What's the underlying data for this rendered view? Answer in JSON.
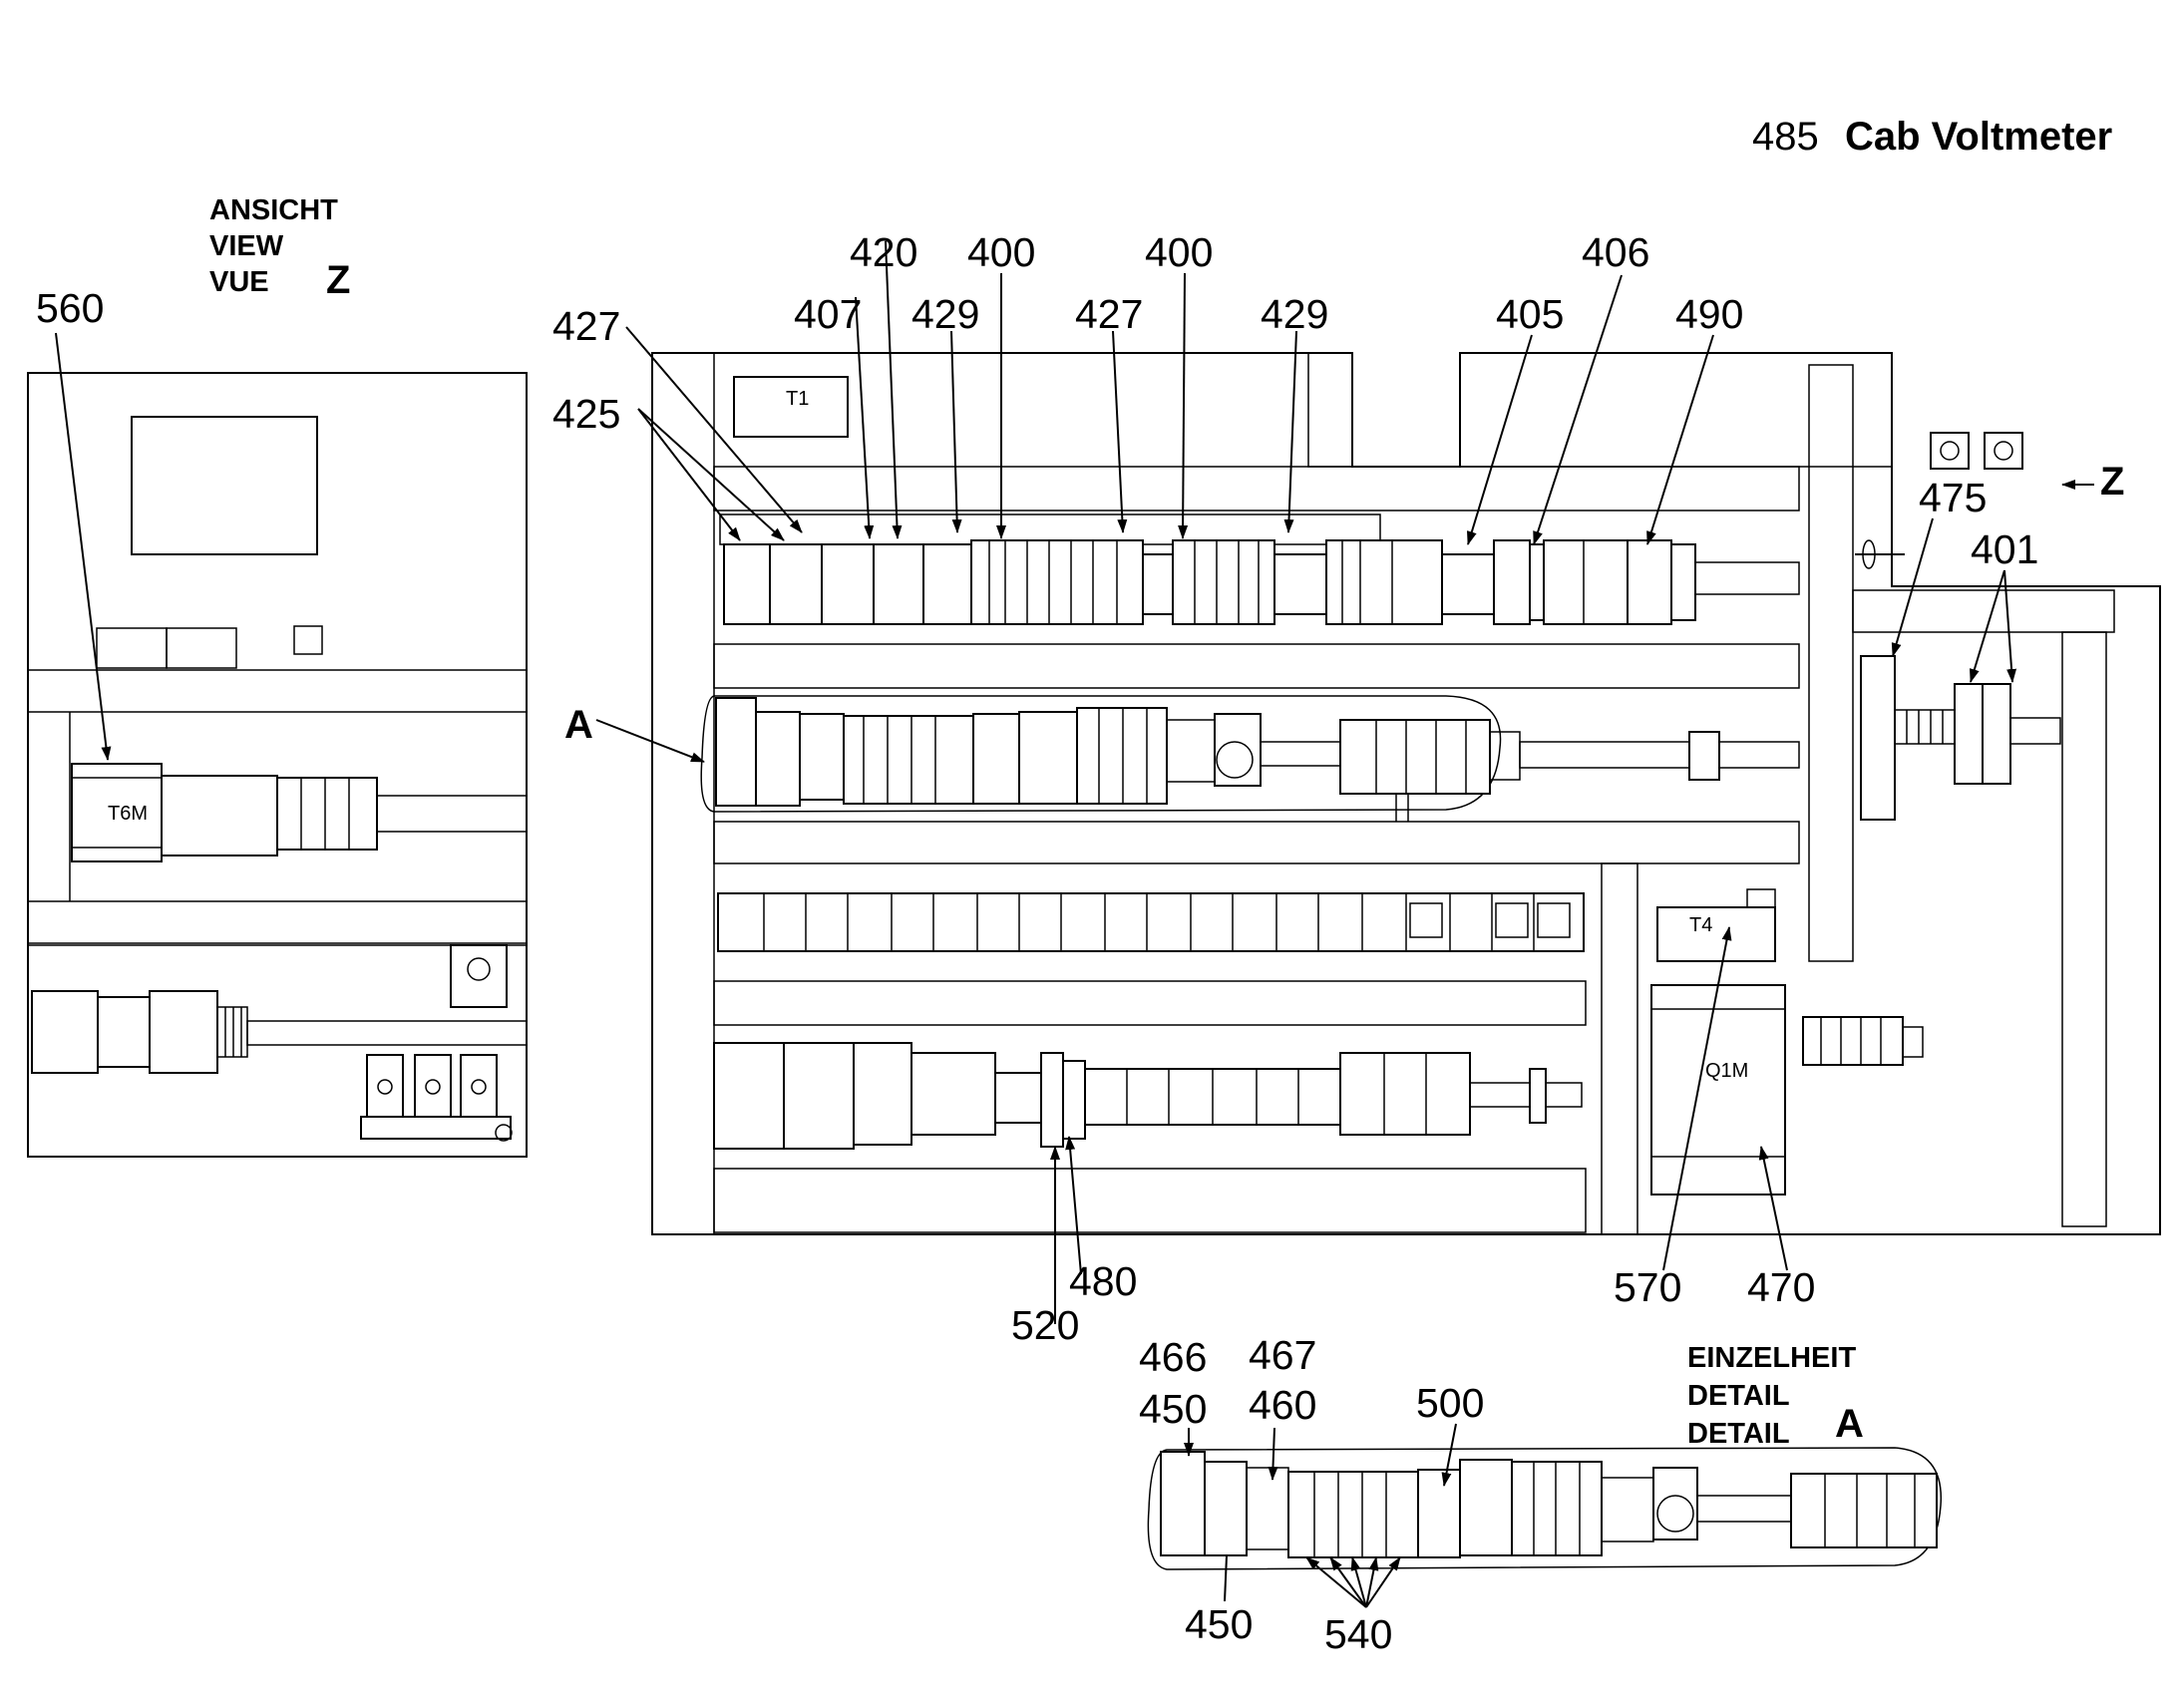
{
  "title": {
    "number": "485",
    "text": "Cab Voltmeter"
  },
  "view_z": {
    "lines": [
      "ANSICHT",
      "VIEW",
      "VUE"
    ],
    "letter": "Z"
  },
  "detail_a": {
    "lines": [
      "EINZELHEIT",
      "DETAIL",
      "DETAIL"
    ],
    "letter": "A"
  },
  "markers": {
    "detail": "A",
    "view": "Z"
  },
  "devices": {
    "t1": "T1",
    "t4": "T4",
    "t6m": "T6M",
    "q1m": "Q1M"
  },
  "callouts": {
    "c560": "560",
    "c427a": "427",
    "c425": "425",
    "c407": "407",
    "c420": "420",
    "c429a": "429",
    "c400a": "400",
    "c427b": "427",
    "c400b": "400",
    "c429b": "429",
    "c405": "405",
    "c406": "406",
    "c490": "490",
    "c475": "475",
    "c401": "401",
    "c520": "520",
    "c480": "480",
    "c570": "570",
    "c470": "470",
    "c466": "466",
    "c450a": "450",
    "c467": "467",
    "c460": "460",
    "c500": "500",
    "c450b": "450",
    "c540": "540"
  }
}
